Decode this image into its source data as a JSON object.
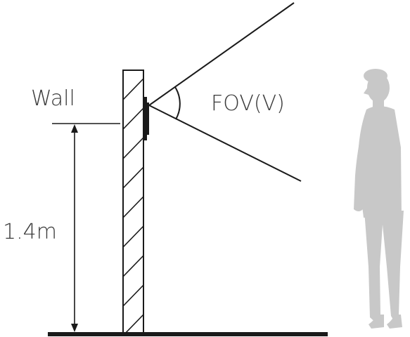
{
  "labels": {
    "wall": "Wall",
    "fov": "FOV(V)",
    "height": "1.4m"
  },
  "colors": {
    "line": "#1a1a1a",
    "ground": "#1a1a1a",
    "person": "#c8c8c8",
    "text": "#3a3a3a"
  }
}
